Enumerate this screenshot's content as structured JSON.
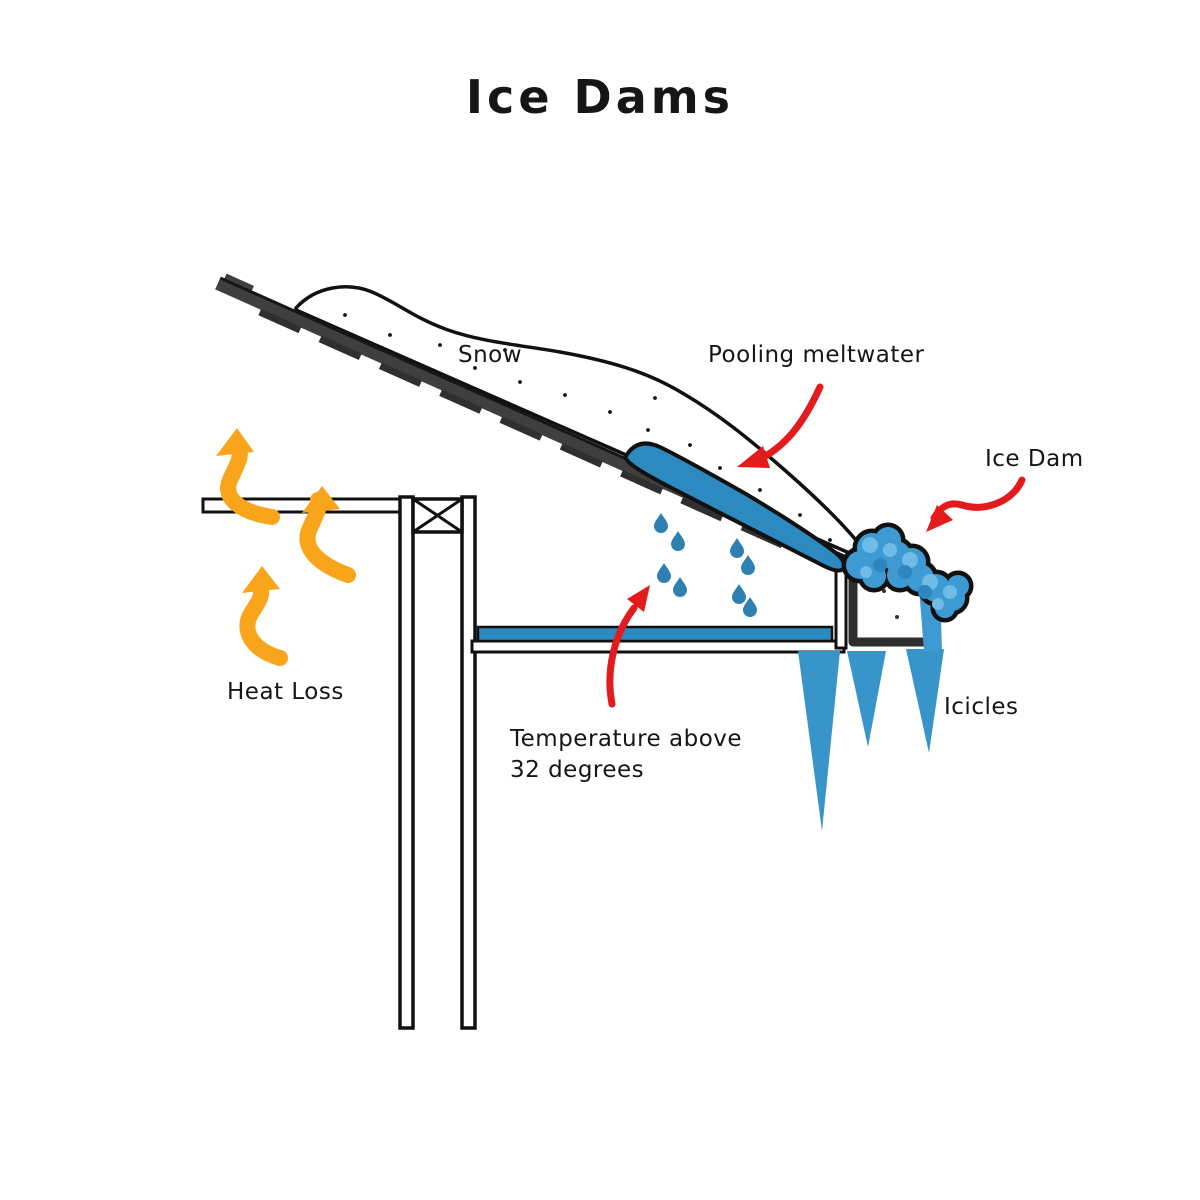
{
  "title": "Ice Dams",
  "labels": {
    "snow": "Snow",
    "pooling_meltwater": "Pooling meltwater",
    "ice_dam": "Ice Dam",
    "icicles": "Icicles",
    "heat_loss": "Heat Loss",
    "temperature": "Temperature above 32 degrees"
  },
  "colors": {
    "pool_blue": "#2C8AC1",
    "dam_blue": "#3E9AD2",
    "dam_light": "#6FBCE6",
    "dam_dark": "#2D86BD",
    "icicle_blue": "#3795C9",
    "drop_blue": "#2E7FB2",
    "orange": "#F9A51C",
    "red": "#E31B1C",
    "roof_gray": "#3F3F3F",
    "ink": "#111111"
  }
}
